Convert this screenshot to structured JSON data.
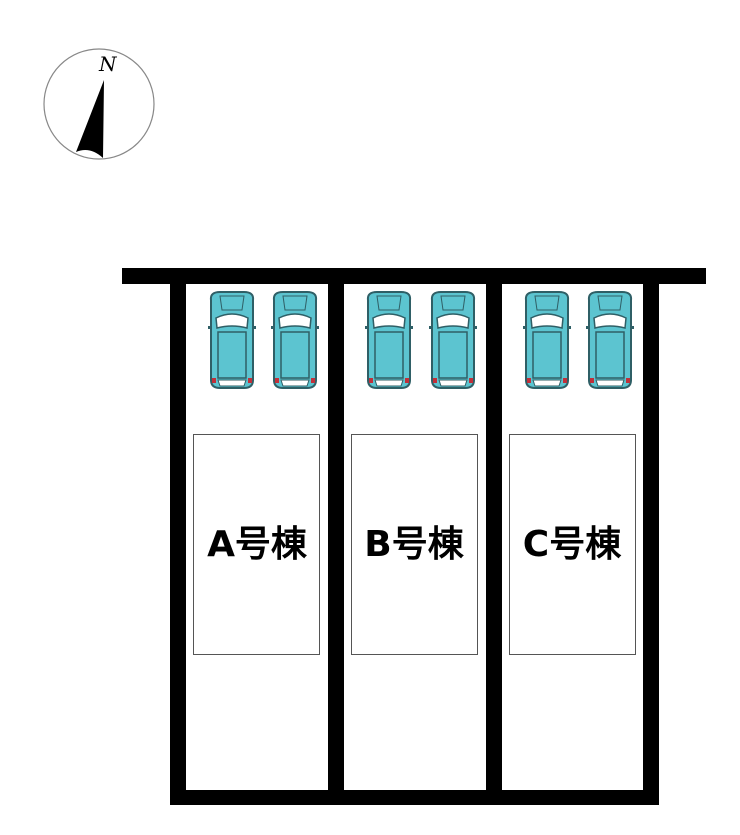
{
  "compass": {
    "label": "N",
    "icon": "north-arrow-icon"
  },
  "buildings": [
    {
      "label": "A号棟",
      "parking_spaces": 2
    },
    {
      "label": "B号棟",
      "parking_spaces": 2
    },
    {
      "label": "C号棟",
      "parking_spaces": 2
    }
  ],
  "colors": {
    "car_body": "#5cc4d0",
    "car_outline": "#2f5f66",
    "wall": "#000000",
    "taillight": "#c0303a"
  }
}
